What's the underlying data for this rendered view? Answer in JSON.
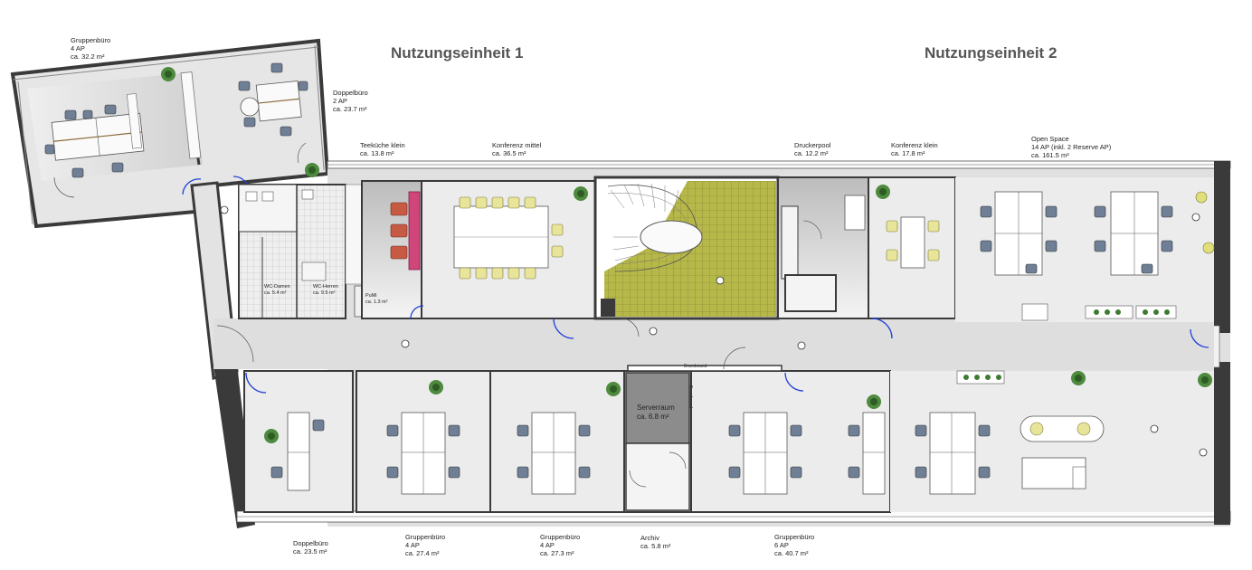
{
  "units": [
    {
      "name": "Nutzungseinheit 1"
    },
    {
      "name": "Nutzungseinheit 2"
    }
  ],
  "rooms": [
    {
      "id": "gruppenbuero-top",
      "lines": [
        "Gruppenbüro",
        "4 AP",
        "ca. 32.2 m²"
      ]
    },
    {
      "id": "doppelbuero-top",
      "lines": [
        "Doppelbüro",
        "2 AP",
        "ca. 23.7 m²"
      ]
    },
    {
      "id": "teekueche",
      "lines": [
        "Teeküche klein",
        "ca. 13.8 m²"
      ]
    },
    {
      "id": "konferenz-mittel",
      "lines": [
        "Konferenz mittel",
        "ca. 36.5 m²"
      ]
    },
    {
      "id": "druckerpool",
      "lines": [
        "Druckerpool",
        "ca. 12.2 m²"
      ]
    },
    {
      "id": "konferenz-klein",
      "lines": [
        "Konferenz klein",
        "ca. 17.8 m²"
      ]
    },
    {
      "id": "open-space",
      "lines": [
        "Open Space",
        "14 AP (inkl. 2 Reserve AP)",
        "ca. 161.5 m²"
      ]
    },
    {
      "id": "wc-damen",
      "lines": [
        "WC-Damen",
        "ca. 5.4 m²"
      ]
    },
    {
      "id": "wc-herren",
      "lines": [
        "WC-Herren",
        "ca. 9.5 m²"
      ]
    },
    {
      "id": "putzmittel",
      "lines": [
        "PuMi",
        "ca. 1.3 m²"
      ]
    },
    {
      "id": "serverraum",
      "lines": [
        "Serverraum",
        "ca. 6.8 m²"
      ]
    },
    {
      "id": "doppelbuero-bottom",
      "lines": [
        "Doppelbüro",
        "ca. 23.5 m²"
      ]
    },
    {
      "id": "gruppenbuero-bottom-1",
      "lines": [
        "Gruppenbüro",
        "4 AP",
        "ca. 27.4 m²"
      ]
    },
    {
      "id": "gruppenbuero-bottom-2",
      "lines": [
        "Gruppenbüro",
        "4 AP",
        "ca. 27.3 m²"
      ]
    },
    {
      "id": "archiv",
      "lines": [
        "Archiv",
        "ca. 5.8 m²"
      ]
    },
    {
      "id": "gruppenbuero-bottom-3",
      "lines": [
        "Gruppenbüro",
        "6 AP",
        "ca. 40.7 m²"
      ]
    }
  ],
  "annotations": {
    "brandwand_h": "Brandwand",
    "brandwand_v": "Brandwand"
  },
  "colors": {
    "wall": "#3a3a3a",
    "floor": "#d9d9d9",
    "corridor": "#dedede",
    "room": "#eeeeee",
    "stair_fill": "#b4b44a",
    "chair_blue": "#6e7f96",
    "chair_yellow": "#e8e59a",
    "kitchen_red": "#d0457a",
    "door_blue": "#1f3fd8",
    "plant": "#3f7a32",
    "server_gray": "#8c8c8c"
  }
}
